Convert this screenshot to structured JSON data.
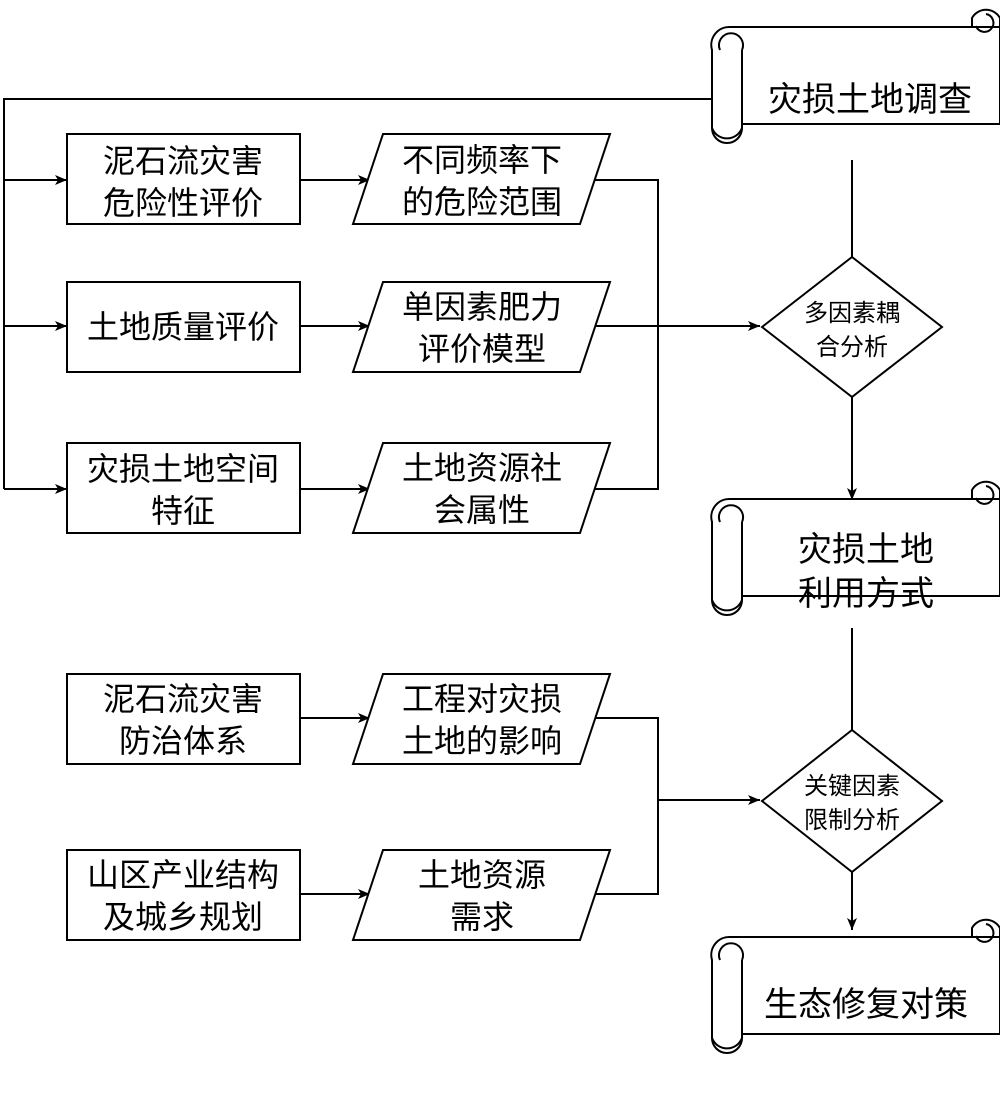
{
  "diagram": {
    "scrolls": {
      "survey": [
        "灾损土地调查"
      ],
      "land_use": [
        "灾损土地",
        "利用方式"
      ],
      "restoration": [
        "生态修复对策"
      ]
    },
    "decisions": {
      "coupling": [
        "多因素耦",
        "合分析"
      ],
      "key_factors": [
        "关键因素",
        "限制分析"
      ]
    },
    "processes": {
      "risk_eval": [
        "泥石流灾害",
        "危险性评价"
      ],
      "quality_eval": [
        "土地质量评价"
      ],
      "spatial": [
        "灾损土地空间",
        "特征"
      ],
      "prevention": [
        "泥石流灾害",
        "防治体系"
      ],
      "industry": [
        "山区产业结构",
        "及城乡规划"
      ]
    },
    "data_items": {
      "risk_range": [
        "不同频率下",
        "的危险范围"
      ],
      "fertility": [
        "单因素肥力",
        "评价模型"
      ],
      "social": [
        "土地资源社",
        "会属性"
      ],
      "engineering": [
        "工程对灾损",
        "土地的影响"
      ],
      "demand": [
        "土地资源",
        "需求"
      ]
    }
  }
}
